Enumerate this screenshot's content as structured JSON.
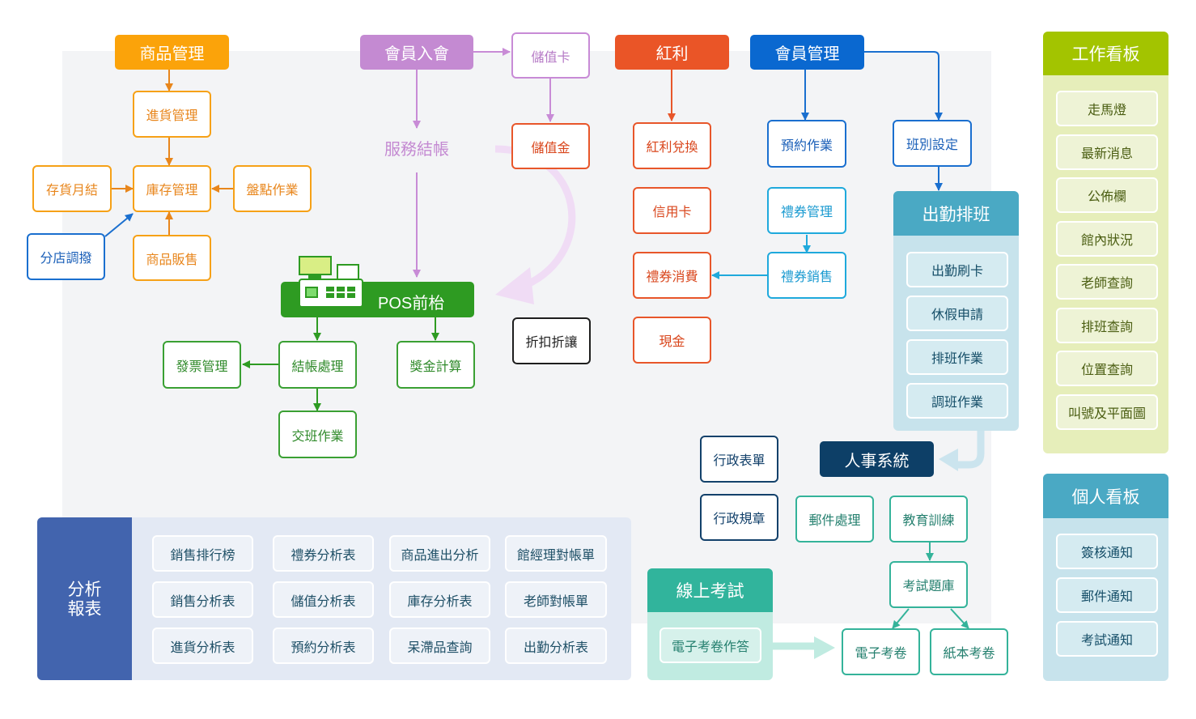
{
  "colors": {
    "orange": "#f6a117",
    "purple": "#c88bd6",
    "red": "#e8562a",
    "blue": "#1a6fcf",
    "light_blue": "#1fa9dc",
    "green": "#2e9b22",
    "navy": "#0f3e66",
    "teal": "#34b39a",
    "olive": "#a4c400",
    "cyan_header": "#4aa9c4",
    "report_blue": "#4264ae"
  },
  "product": {
    "header": "商品管理",
    "purchase": "進貨管理",
    "inventory": "庫存管理",
    "monthly_close": "存貨月結",
    "stocktake": "盤點作業",
    "branch_transfer": "分店調撥",
    "product_sales": "商品販售"
  },
  "membership": {
    "header": "會員入會",
    "stored_card": "儲值卡",
    "stored_value": "儲值金",
    "service_checkout": "服務結帳"
  },
  "pos": {
    "header": "POS前枱",
    "checkout": "結帳處理",
    "invoice": "發票管理",
    "bonus_calc": "獎金計算",
    "shift_handover": "交班作業"
  },
  "discount": "折扣折讓",
  "bonus": {
    "header": "紅利",
    "redeem": "紅利兌換",
    "credit_card": "信用卡",
    "voucher_spend": "禮券消費",
    "cash": "現金"
  },
  "member_mgmt": {
    "header": "會員管理",
    "booking": "預約作業",
    "voucher_mgmt": "禮券管理",
    "voucher_sales": "禮券銷售",
    "shift_setting": "班別設定"
  },
  "attendance": {
    "header": "出勤排班",
    "items": [
      "出勤刷卡",
      "休假申請",
      "排班作業",
      "調班作業"
    ]
  },
  "hr": {
    "header": "人事系統",
    "admin_forms": "行政表單",
    "admin_rules": "行政規章",
    "mail": "郵件處理",
    "training": "教育訓練",
    "question_bank": "考試題庫",
    "e_exam": "電子考卷",
    "paper_exam": "紙本考卷"
  },
  "online_exam": {
    "header": "線上考試",
    "item": "電子考卷作答"
  },
  "reports": {
    "header_line1": "分析",
    "header_line2": "報表",
    "items": [
      [
        "銷售排行榜",
        "禮券分析表",
        "商品進出分析",
        "館經理對帳單"
      ],
      [
        "銷售分析表",
        "儲值分析表",
        "庫存分析表",
        "老師對帳單"
      ],
      [
        "進貨分析表",
        "預約分析表",
        "呆滯品查詢",
        "出勤分析表"
      ]
    ]
  },
  "work_board": {
    "header": "工作看板",
    "items": [
      "走馬燈",
      "最新消息",
      "公佈欄",
      "館內狀況",
      "老師查詢",
      "排班查詢",
      "位置查詢",
      "叫號及平面圖"
    ]
  },
  "personal_board": {
    "header": "個人看板",
    "items": [
      "簽核通知",
      "郵件通知",
      "考試通知"
    ]
  }
}
